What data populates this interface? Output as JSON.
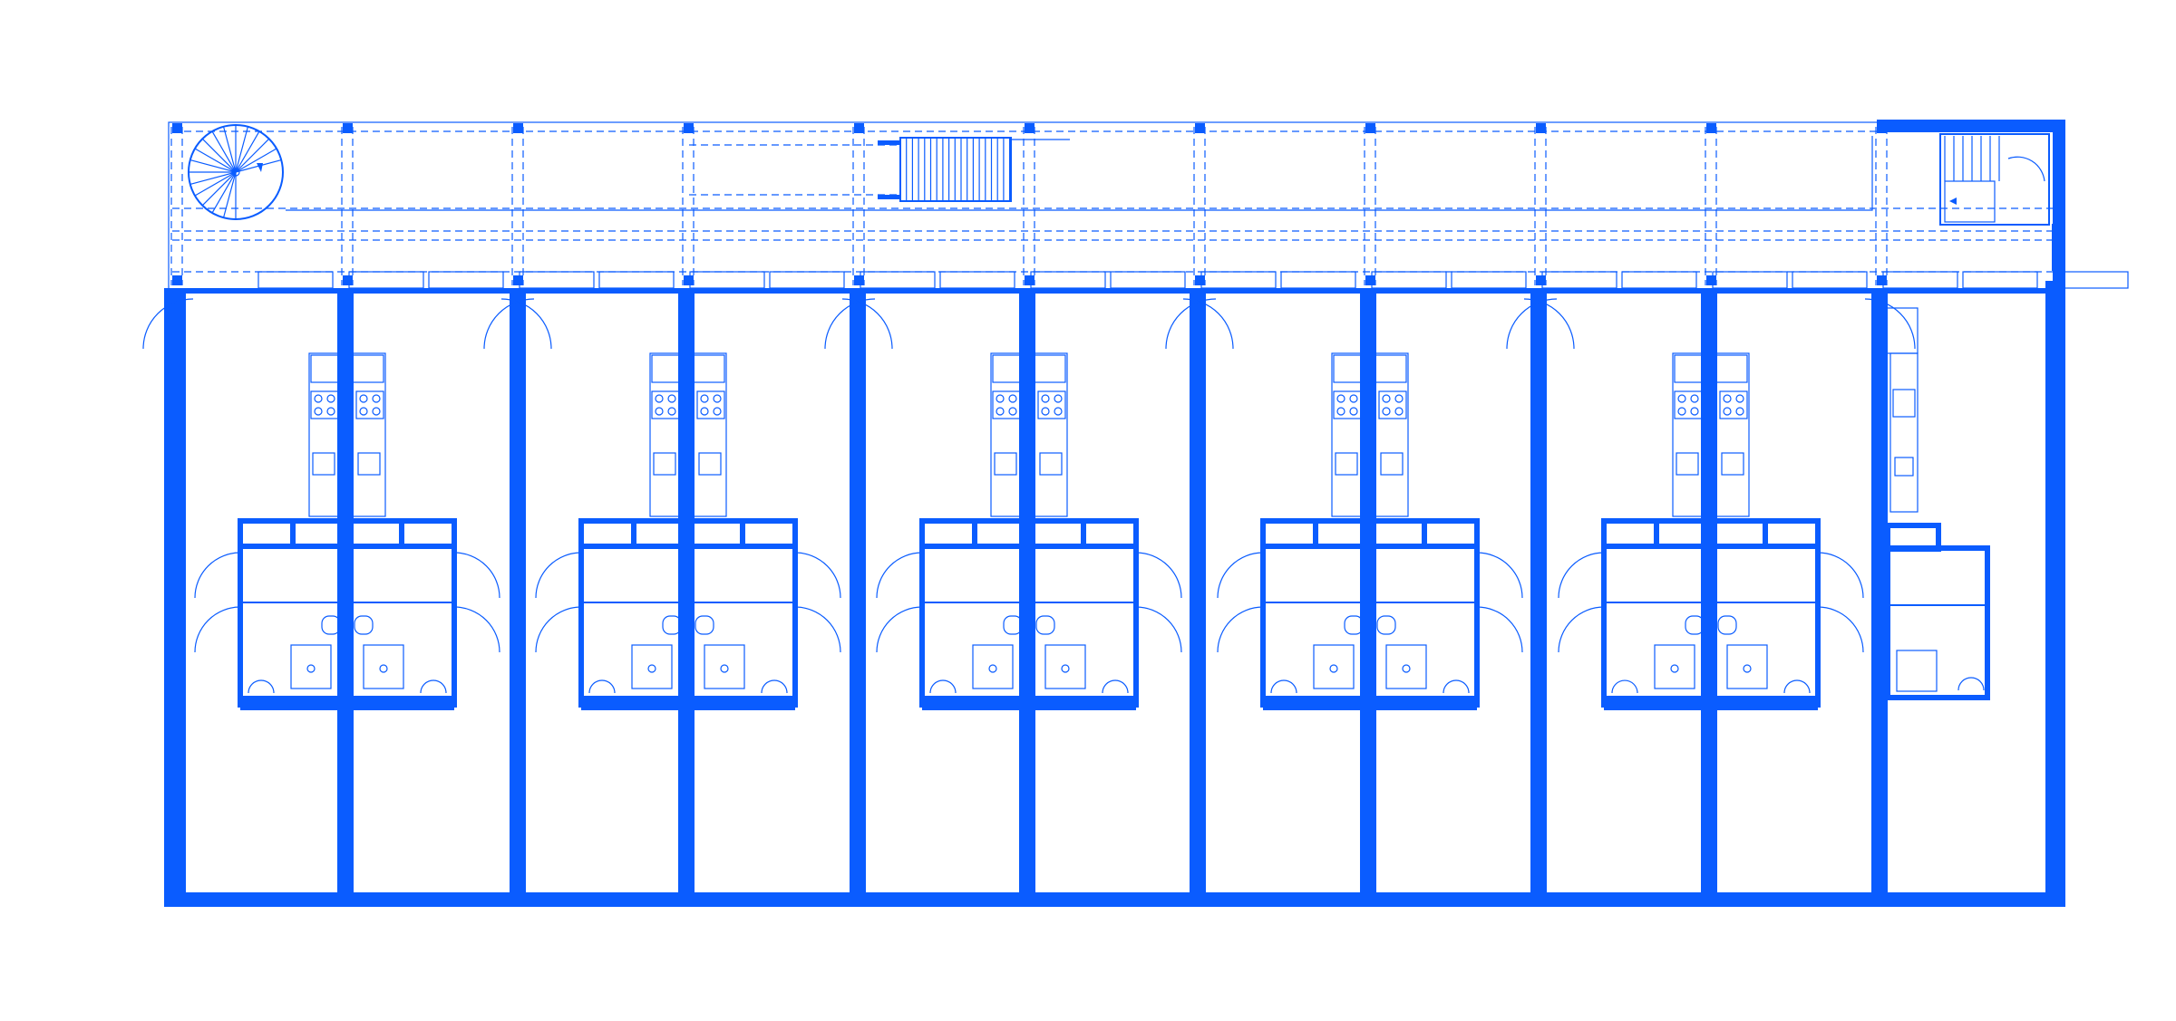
{
  "drawing": {
    "kind": "architectural-floor-plan",
    "line_color": "#0a5cff",
    "background": "#ffffff",
    "units_per_row": 11,
    "unit_bays": 6
  }
}
